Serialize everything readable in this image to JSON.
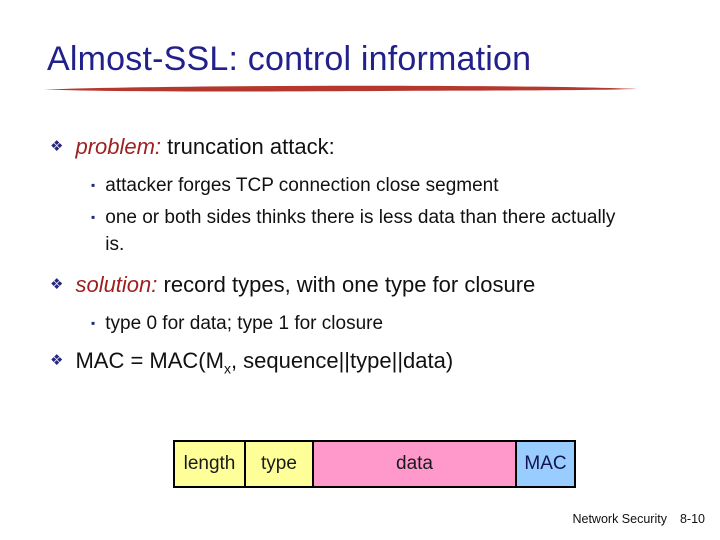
{
  "slide": {
    "title": "Almost-SSL: control information",
    "bullet_glyph": "❖",
    "sub_bullet_glyph": "▪",
    "bullets": {
      "problem": {
        "lead": "problem:",
        "rest": " truncation attack:",
        "sub1": "attacker forges TCP connection close segment",
        "sub2": "one or both sides thinks there is less data than there actually is."
      },
      "solution": {
        "lead": "solution:",
        "rest": " record types, with one type for closure",
        "sub1": "type 0 for data; type 1 for closure"
      },
      "mac_formula": {
        "pre": "MAC = MAC(M",
        "sub": "x",
        "post": ", sequence||type||data)"
      }
    },
    "record_diagram": {
      "fields": [
        {
          "label": "length",
          "color": "#ffff99"
        },
        {
          "label": "type",
          "color": "#ffff99"
        },
        {
          "label": "data",
          "color": "#ff99cc"
        },
        {
          "label": "MAC",
          "color": "#99ccff"
        }
      ]
    },
    "footer": {
      "course": "Network Security",
      "page": "8-10"
    },
    "colors": {
      "title_text": "#22218c",
      "title_underline": "#b5382e",
      "lead_text": "#9e1f1f",
      "bullet_glyph": "#28287e",
      "sub_bullet_glyph": "#1f2b7b",
      "body_text": "#111111",
      "background": "#ffffff"
    }
  }
}
